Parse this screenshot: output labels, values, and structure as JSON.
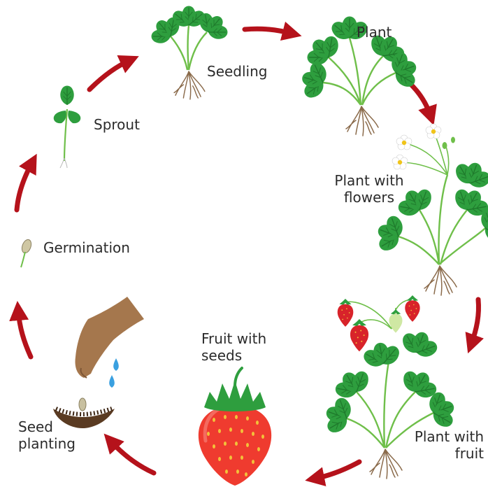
{
  "diagram": {
    "stages": {
      "seedling": {
        "label": "Seedling"
      },
      "plant": {
        "label": "Plant"
      },
      "plant_with_flowers": {
        "line1": "Plant with",
        "line2": "flowers"
      },
      "plant_with_fruit": {
        "line1": "Plant with",
        "line2": "fruit"
      },
      "fruit_with_seeds": {
        "line1": "Fruit with",
        "line2": "seeds"
      },
      "seed_planting": {
        "line1": "Seed",
        "line2": "planting"
      },
      "germination": {
        "label": "Germination"
      },
      "sprout": {
        "label": "Sprout"
      }
    },
    "colors": {
      "arrow": "#b5121b",
      "leaf": "#2e9e3e",
      "leaf_dark": "#1f7a2c",
      "stem": "#6fbf4a",
      "root": "#8a6a4a",
      "berry": "#d8232a",
      "berry_light": "#ef4a3f",
      "seed": "#f2c23a",
      "flower": "#ffffff",
      "flower_center": "#f0c419",
      "soil": "#5a3b22",
      "hand": "#a5774d",
      "water": "#3aa0e0"
    }
  }
}
